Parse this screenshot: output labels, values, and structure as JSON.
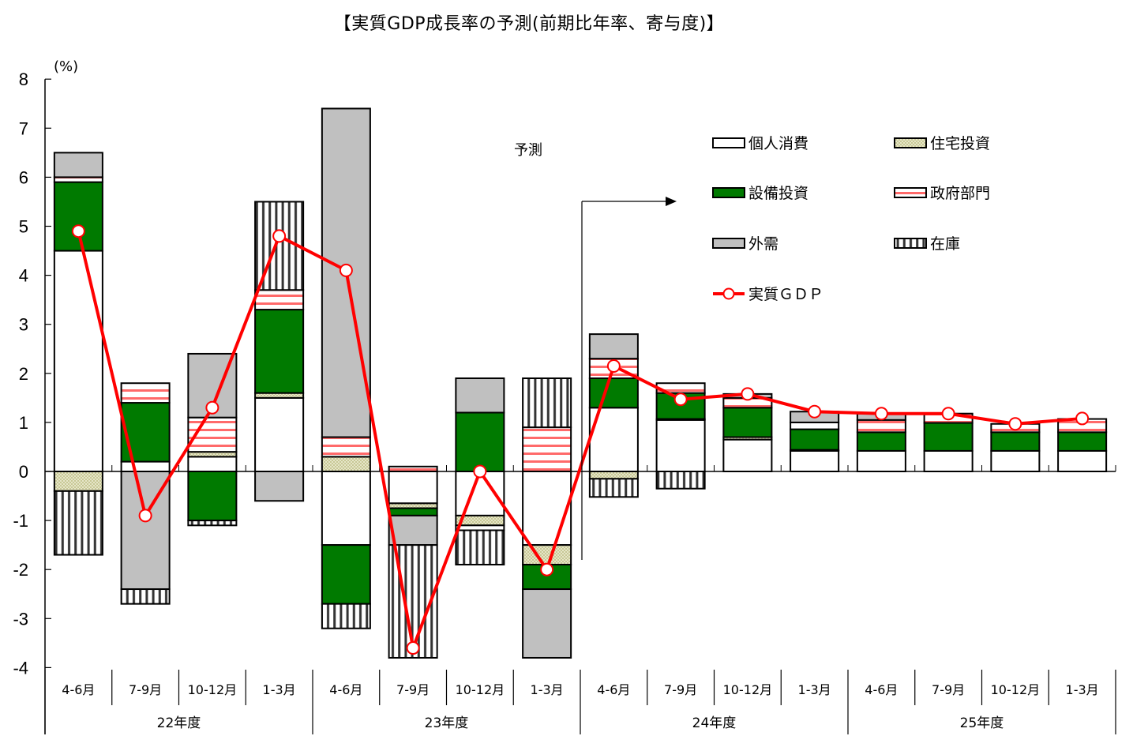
{
  "chart_data": {
    "type": "bar",
    "stacked": true,
    "title": "【実質GDP成長率の予測(前期比年率、寄与度)】",
    "ylabel": "(%)",
    "xlabel": "",
    "ylim": [
      -4,
      8
    ],
    "yticks": [
      8,
      7,
      6,
      5,
      4,
      3,
      2,
      1,
      0,
      -1,
      -2,
      -3,
      -4
    ],
    "grid": false,
    "legend_position": "upper right (inside plot)",
    "annotation": {
      "text": "予測",
      "arrow_from_index": 8,
      "description": "forecast period starts at 24年度 4-6月"
    },
    "categories": [
      "4-6月",
      "7-9月",
      "10-12月",
      "1-3月",
      "4-6月",
      "7-9月",
      "10-12月",
      "1-3月",
      "4-6月",
      "7-9月",
      "10-12月",
      "1-3月",
      "4-6月",
      "7-9月",
      "10-12月",
      "1-3月"
    ],
    "category_groups": [
      {
        "label": "22年度",
        "span": 4
      },
      {
        "label": "23年度",
        "span": 4
      },
      {
        "label": "24年度",
        "span": 4
      },
      {
        "label": "25年度",
        "span": 4
      }
    ],
    "series": [
      {
        "name": "個人消費",
        "key": "consumption",
        "type": "bar",
        "values": [
          4.5,
          0.2,
          0.3,
          1.5,
          -1.5,
          -0.65,
          -0.9,
          -1.5,
          1.3,
          1.05,
          0.65,
          0.42,
          0.42,
          0.42,
          0.42,
          0.42
        ]
      },
      {
        "name": "住宅投資",
        "key": "housing",
        "type": "bar",
        "values": [
          -0.4,
          0.0,
          0.1,
          0.1,
          0.3,
          -0.1,
          -0.2,
          -0.4,
          -0.15,
          0.02,
          0.05,
          0.02,
          0.0,
          0.0,
          0.0,
          0.0
        ]
      },
      {
        "name": "設備投資",
        "key": "capex",
        "type": "bar",
        "values": [
          1.4,
          1.2,
          -1.0,
          1.7,
          -1.2,
          -0.15,
          1.2,
          -0.5,
          0.6,
          0.53,
          0.6,
          0.42,
          0.38,
          0.57,
          0.38,
          0.38
        ]
      },
      {
        "name": "政府部門",
        "key": "government",
        "type": "bar",
        "values": [
          0.1,
          0.4,
          0.7,
          0.4,
          0.4,
          0.1,
          -0.1,
          0.9,
          0.4,
          0.2,
          0.2,
          0.14,
          0.25,
          0.19,
          0.17,
          0.27
        ]
      },
      {
        "name": "外需",
        "key": "external",
        "type": "bar",
        "values": [
          0.5,
          -2.4,
          1.3,
          -0.6,
          6.7,
          -0.6,
          0.7,
          -1.4,
          0.5,
          0.0,
          0.08,
          0.22,
          0.13,
          0.0,
          0.0,
          0.0
        ]
      },
      {
        "name": "在庫",
        "key": "inventory",
        "type": "bar",
        "values": [
          -1.3,
          -0.3,
          -0.1,
          1.8,
          -0.5,
          -2.3,
          -0.7,
          1.0,
          -0.37,
          -0.35,
          0.0,
          0.0,
          0.0,
          0.0,
          0.0,
          0.0
        ]
      },
      {
        "name": "実質ＧＤＰ",
        "key": "gdp",
        "type": "line",
        "values": [
          4.9,
          -0.9,
          1.3,
          4.8,
          4.1,
          -3.6,
          0.0,
          -2.0,
          2.15,
          1.47,
          1.58,
          1.22,
          1.18,
          1.18,
          0.97,
          1.08
        ]
      }
    ],
    "colors": {
      "consumption": "#ffffff",
      "housing": "#c8c896",
      "capex": "#007a00",
      "government": "#ff3333",
      "external": "#c0c0c0",
      "inventory": "#ffffff",
      "gdp": "#ff0000"
    }
  },
  "title": "【実質GDP成長率の予測(前期比年率、寄与度)】",
  "unit_label": "(%)",
  "forecast_label": "予測",
  "legend": [
    {
      "key": "consumption",
      "label": "個人消費"
    },
    {
      "key": "housing",
      "label": "住宅投資"
    },
    {
      "key": "capex",
      "label": "設備投資"
    },
    {
      "key": "government",
      "label": "政府部門"
    },
    {
      "key": "external",
      "label": "外需"
    },
    {
      "key": "inventory",
      "label": "在庫"
    },
    {
      "key": "gdp",
      "label": "実質ＧＤＰ"
    }
  ]
}
